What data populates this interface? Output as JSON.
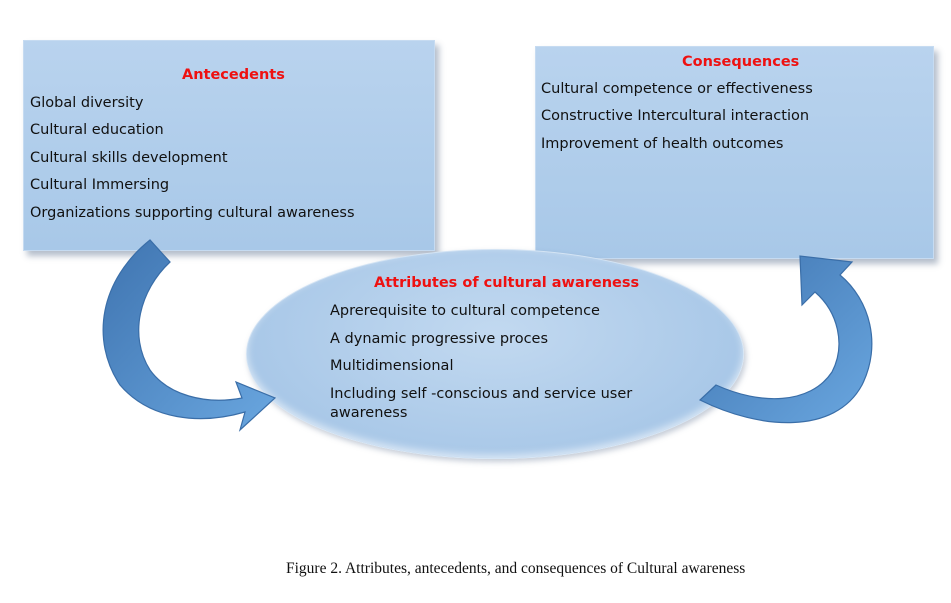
{
  "antecedents": {
    "title": "Antecedents",
    "items": [
      "Global diversity",
      "Cultural education",
      "Cultural skills development",
      "Cultural Immersing",
      "Organizations supporting cultural awareness"
    ]
  },
  "consequences": {
    "title": "Consequences",
    "items": [
      "Cultural competence or effectiveness",
      "Constructive Intercultural interaction",
      "Improvement of health outcomes"
    ]
  },
  "attributes": {
    "title": "Attributes of cultural awareness",
    "items": [
      "Aprerequisite to cultural competence",
      "A dynamic progressive proces",
      "Multidimensional",
      "Including self -conscious and service user",
      "awareness"
    ]
  },
  "caption": "Figure 2.  Attributes, antecedents, and consequences of Cultural awareness",
  "colors": {
    "box_fill": "#a8c8e8",
    "title_red": "#ee1111",
    "arrow_blue": "#4f8fd0"
  }
}
